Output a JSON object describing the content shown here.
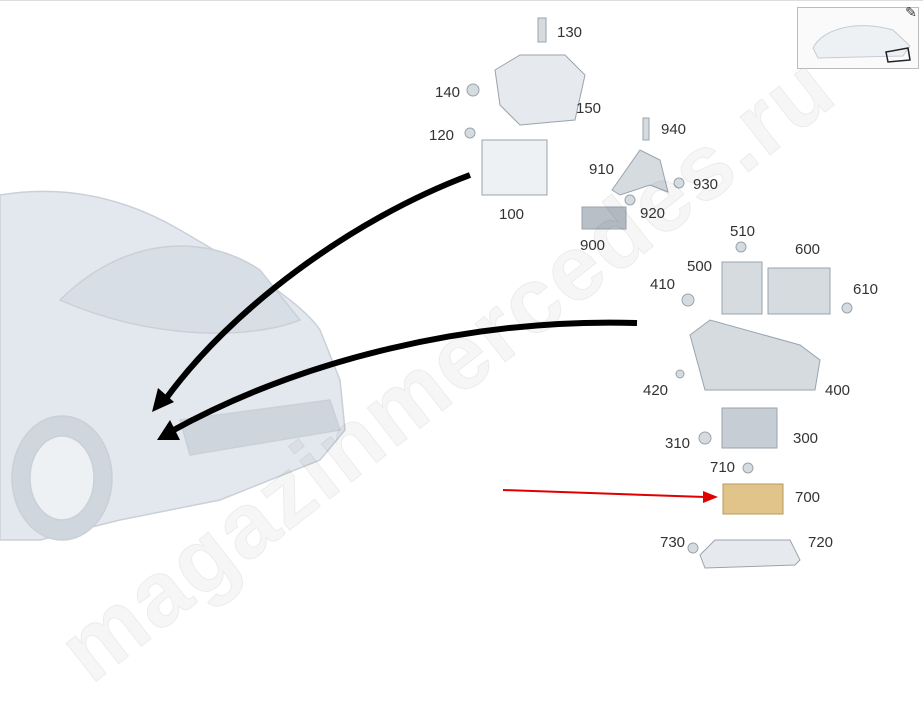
{
  "watermark": "magazinmercedes.ru",
  "thumbnail": {
    "name": "vehicle-overview-thumbnail"
  },
  "edit_icon": "✎",
  "colors": {
    "highlight_part": "#e0c48a",
    "pointer_arrow": "#e00000",
    "leader_arrow": "#000000",
    "part": "#d6dbe0"
  },
  "part_labels": [
    {
      "id": "130",
      "text": "130"
    },
    {
      "id": "140",
      "text": "140"
    },
    {
      "id": "150",
      "text": "150"
    },
    {
      "id": "120",
      "text": "120"
    },
    {
      "id": "100",
      "text": "100"
    },
    {
      "id": "940",
      "text": "940"
    },
    {
      "id": "910",
      "text": "910"
    },
    {
      "id": "930",
      "text": "930"
    },
    {
      "id": "920",
      "text": "920"
    },
    {
      "id": "900",
      "text": "900"
    },
    {
      "id": "510",
      "text": "510"
    },
    {
      "id": "600",
      "text": "600"
    },
    {
      "id": "500",
      "text": "500"
    },
    {
      "id": "410",
      "text": "410"
    },
    {
      "id": "610",
      "text": "610"
    },
    {
      "id": "420",
      "text": "420"
    },
    {
      "id": "400",
      "text": "400"
    },
    {
      "id": "310",
      "text": "310"
    },
    {
      "id": "300",
      "text": "300"
    },
    {
      "id": "710",
      "text": "710"
    },
    {
      "id": "700",
      "text": "700"
    },
    {
      "id": "730",
      "text": "730"
    },
    {
      "id": "720",
      "text": "720"
    }
  ]
}
